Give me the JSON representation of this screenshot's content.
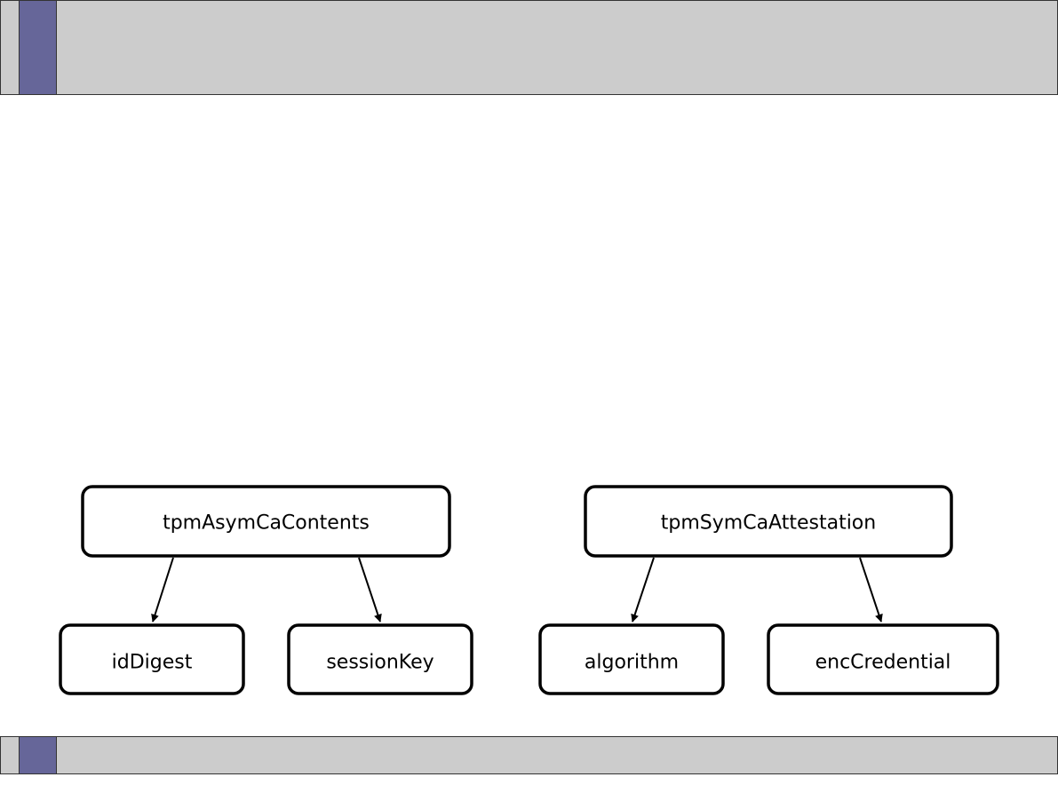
{
  "colors": {
    "bar_fill": "#cccccc",
    "accent": "#666699",
    "border": "#333333"
  },
  "diagram": {
    "nodes": [
      {
        "id": "tpmAsymCaContents",
        "label": "tpmAsymCaContents"
      },
      {
        "id": "idDigest",
        "label": "idDigest"
      },
      {
        "id": "sessionKey",
        "label": "sessionKey"
      },
      {
        "id": "tpmSymCaAttestation",
        "label": "tpmSymCaAttestation"
      },
      {
        "id": "algorithm",
        "label": "algorithm"
      },
      {
        "id": "encCredential",
        "label": "encCredential"
      }
    ],
    "edges": [
      {
        "from": "tpmAsymCaContents",
        "to": "idDigest"
      },
      {
        "from": "tpmAsymCaContents",
        "to": "sessionKey"
      },
      {
        "from": "tpmSymCaAttestation",
        "to": "algorithm"
      },
      {
        "from": "tpmSymCaAttestation",
        "to": "encCredential"
      }
    ]
  }
}
